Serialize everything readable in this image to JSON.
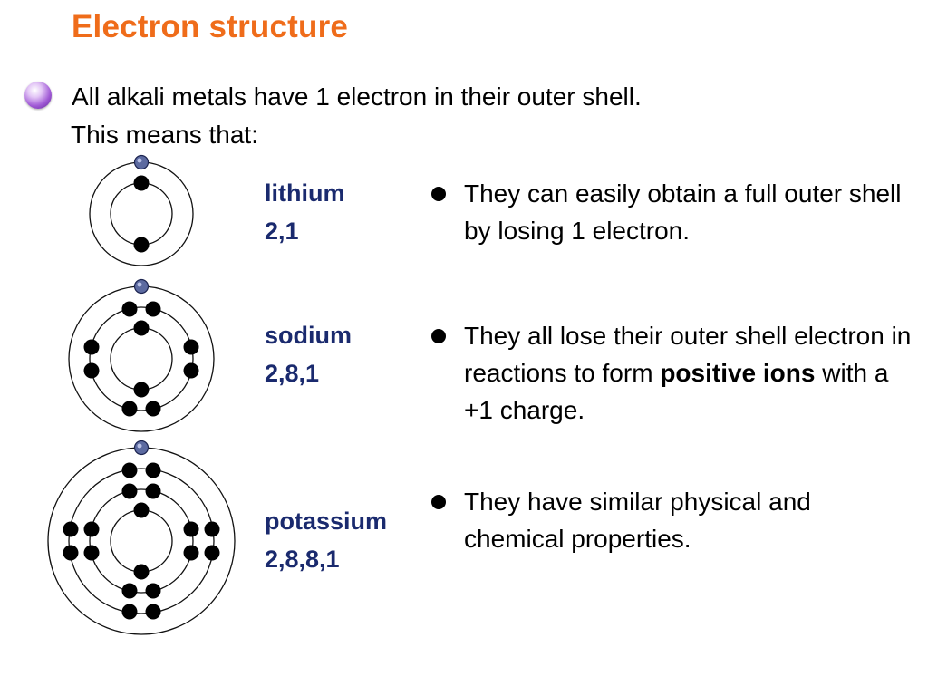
{
  "title": "Electron structure",
  "intro": {
    "line1": "All alkali metals have 1 electron in their outer shell.",
    "line2": "This means that:"
  },
  "elements": [
    {
      "name": "lithium",
      "config": "2,1",
      "shells": [
        2,
        1
      ]
    },
    {
      "name": "sodium",
      "config": "2,8,1",
      "shells": [
        2,
        8,
        1
      ]
    },
    {
      "name": "potassium",
      "config": "2,8,8,1",
      "shells": [
        2,
        8,
        8,
        1
      ]
    }
  ],
  "points": [
    {
      "text": "They can easily obtain a full outer shell by losing 1 electron."
    },
    {
      "pre": "They all lose their outer shell electron in reactions to form ",
      "bold": "positive ions",
      "post": " with a +1 charge."
    },
    {
      "text": "They have similar physical and chemical properties."
    }
  ],
  "colors": {
    "title": "#ef6c1a",
    "element_label": "#1a2a6e",
    "outer_electron": "#5c6aa0",
    "bullet": "#a15bd6"
  },
  "icons": {
    "intro_bullet": "purple-sphere-bullet-icon",
    "point_bullet": "black-dot-bullet-icon"
  }
}
